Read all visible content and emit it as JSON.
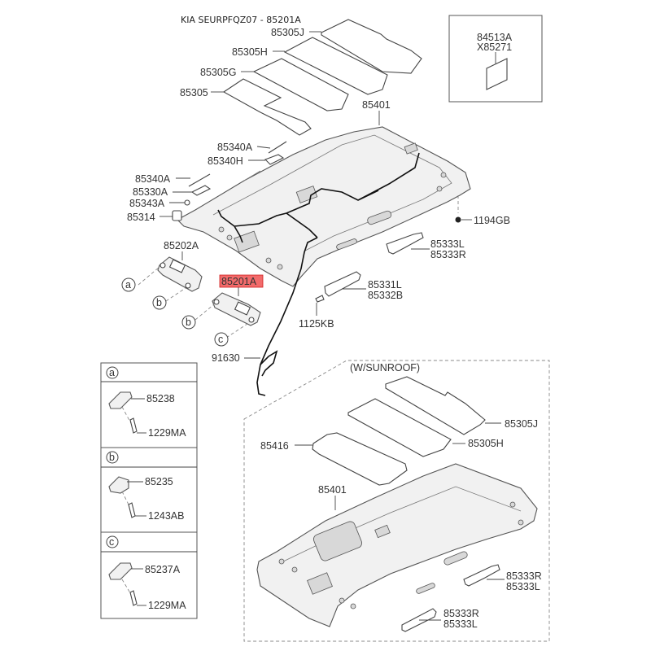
{
  "title": "KIA SEURPFQZ07 - 85201A",
  "highlighted_part": "85201A",
  "colors": {
    "highlight_fill": "#f26b6b",
    "highlight_stroke": "#d02020",
    "line": "#444444"
  },
  "labels": {
    "p85305J": "85305J",
    "p85305H": "85305H",
    "p85305G": "85305G",
    "p85305": "85305",
    "p85401": "85401",
    "p84513A": "84513A",
    "pX85271": "X85271",
    "p85340A_top": "85340A",
    "p85340H": "85340H",
    "p85340A": "85340A",
    "p85330A": "85330A",
    "p85343A": "85343A",
    "p85314": "85314",
    "p1194GB": "1194GB",
    "p85202A": "85202A",
    "p85201A": "85201A",
    "p85333L": "85333L",
    "p85333R": "85333R",
    "p85331L": "85331L",
    "p85332B": "85332B",
    "p1125KB": "1125KB",
    "p91630": "91630"
  },
  "callouts": {
    "a": "a",
    "b": "b",
    "c": "c"
  },
  "detail_boxes": [
    {
      "key": "a",
      "parts": [
        "85238",
        "1229MA"
      ]
    },
    {
      "key": "b",
      "parts": [
        "85235",
        "1243AB"
      ]
    },
    {
      "key": "c",
      "parts": [
        "85237A",
        "1229MA"
      ]
    }
  ],
  "sunroof": {
    "heading": "(W/SUNROOF)",
    "labels": {
      "p85305J": "85305J",
      "p85305H": "85305H",
      "p85416": "85416",
      "p85401": "85401",
      "p85333R_a": "85333R",
      "p85333L_a": "85333L",
      "p85333R_b": "85333R",
      "p85333L_b": "85333L"
    }
  }
}
